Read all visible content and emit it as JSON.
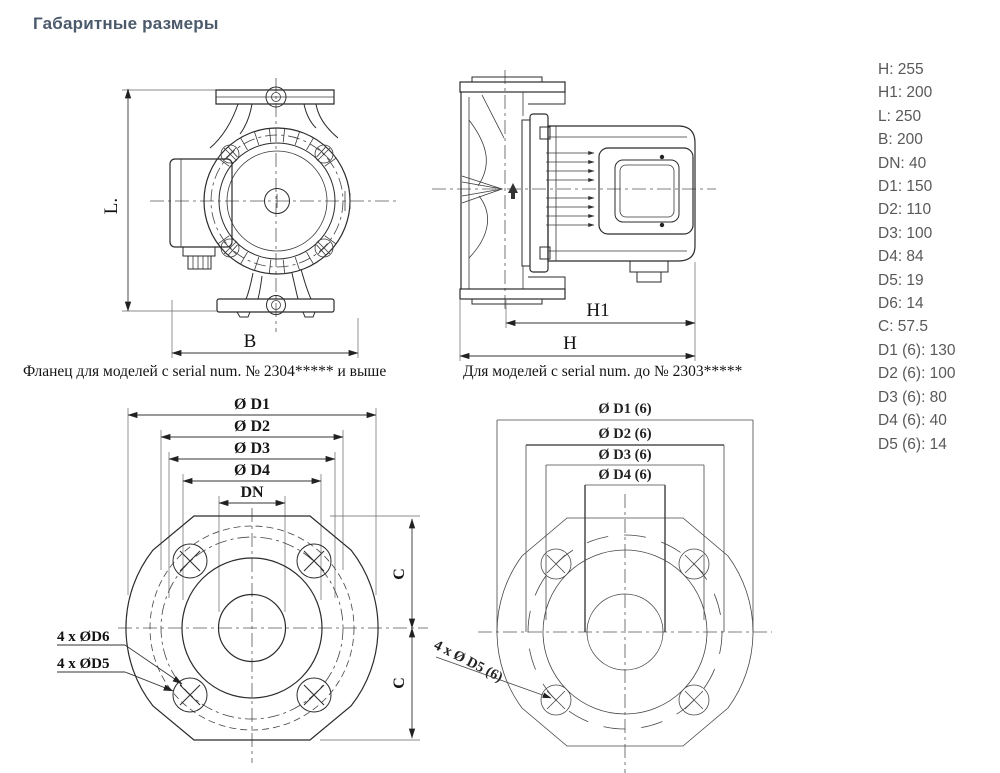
{
  "page": {
    "title": "Габаритные размеры"
  },
  "front_view": {
    "dim_l": "L.",
    "dim_b": "B"
  },
  "side_view": {
    "dim_h1": "H1",
    "dim_h": "H"
  },
  "flange_new": {
    "caption": "Фланец для моделей с serial num. № 2304***** и выше",
    "dim_d1": "Ø D1",
    "dim_d2": "Ø D2",
    "dim_d3": "Ø D3",
    "dim_d4": "Ø D4",
    "dim_dn": "DN",
    "dim_c": "C",
    "label_d6": "4 x ØD6",
    "label_d5": "4 x ØD5"
  },
  "flange_old": {
    "caption": "Для моделей с serial num. до № 2303*****",
    "dim_d1": "Ø D1 (6)",
    "dim_d2": "Ø D2 (6)",
    "dim_d3": "Ø D3 (6)",
    "dim_d4": "Ø D4 (6)",
    "label_d5": "4 x Ø D5 (6)"
  },
  "dimensions_list": {
    "items": [
      {
        "text": "H: 255"
      },
      {
        "text": "H1: 200"
      },
      {
        "text": "L: 250"
      },
      {
        "text": "B: 200"
      },
      {
        "text": "DN: 40"
      },
      {
        "text": "D1: 150"
      },
      {
        "text": "D2: 110"
      },
      {
        "text": "D3: 100"
      },
      {
        "text": "D4: 84"
      },
      {
        "text": "D5: 19"
      },
      {
        "text": "D6: 14"
      },
      {
        "text": "C: 57.5"
      },
      {
        "text": "D1 (6): 130"
      },
      {
        "text": "D2 (6): 100"
      },
      {
        "text": "D3 (6): 80"
      },
      {
        "text": "D4 (6): 40"
      },
      {
        "text": "D5 (6): 14"
      }
    ]
  },
  "colors": {
    "title_text": "#4b5a6b",
    "list_text": "#595959",
    "line": "#2b2b2b"
  }
}
